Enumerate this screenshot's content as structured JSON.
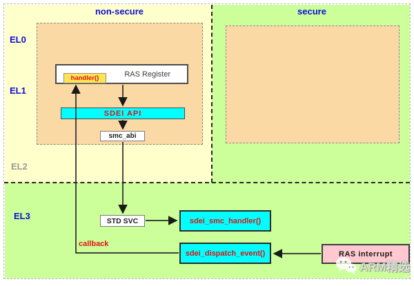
{
  "regions": {
    "non_secure": {
      "title": "non-secure",
      "bg": "#FFFFCC"
    },
    "secure": {
      "title": "secure",
      "bg": "#CCFF99"
    }
  },
  "el_labels": [
    {
      "id": "el0",
      "label": "EL0"
    },
    {
      "id": "el1",
      "label": "EL1"
    },
    {
      "id": "el2",
      "label": "EL2"
    },
    {
      "id": "el3",
      "label": "EL3"
    }
  ],
  "boxes": {
    "ras_register": "RAS  Register",
    "handler": "handler()",
    "sdei_api": "SDEI  API",
    "smc_abi": "smc_abi",
    "std_svc": "STD SVC",
    "sdei_smc_handler": "sdei_smc_handler()",
    "sdei_dispatch_event": "sdei_dispatch_event()",
    "ras_interrupt": "RAS  interrupt"
  },
  "annotations": {
    "callback": "callback"
  },
  "watermark": {
    "text": "ARM精选",
    "icon": "wechat-icon"
  },
  "colors": {
    "accent_blue": "#0d0dd9",
    "accent_red": "#e31212",
    "cyan_box": "#00FFFF",
    "peach_box": "#FBD9A5",
    "pink_box": "#FFC9CF",
    "handler_yellow": "#FFE554",
    "nonsecure_bg": "#FFFFCC",
    "secure_bg": "#CCFF99"
  }
}
